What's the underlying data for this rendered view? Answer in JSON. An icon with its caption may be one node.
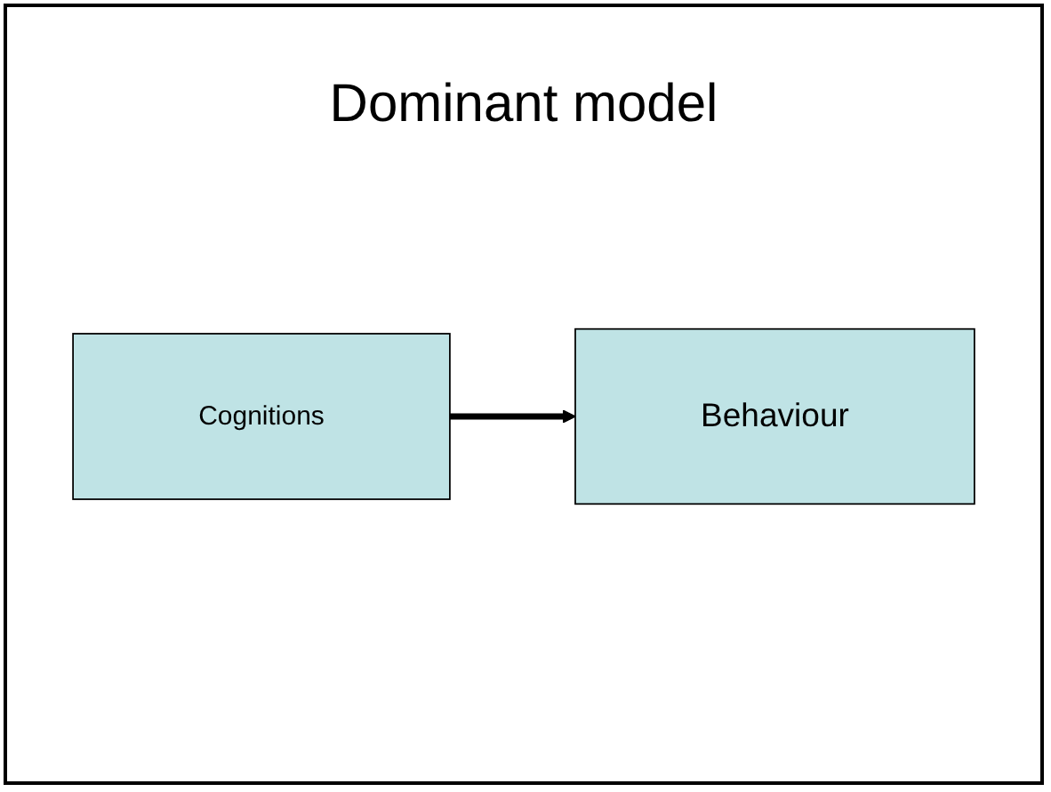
{
  "diagram": {
    "title": "Dominant model",
    "nodes": [
      {
        "text": [
          "Cognitions"
        ]
      },
      {
        "text": [
          "Behaviour"
        ]
      }
    ],
    "edges": [
      {
        "from": 0,
        "to": 1,
        "arrow": "to"
      }
    ]
  }
}
